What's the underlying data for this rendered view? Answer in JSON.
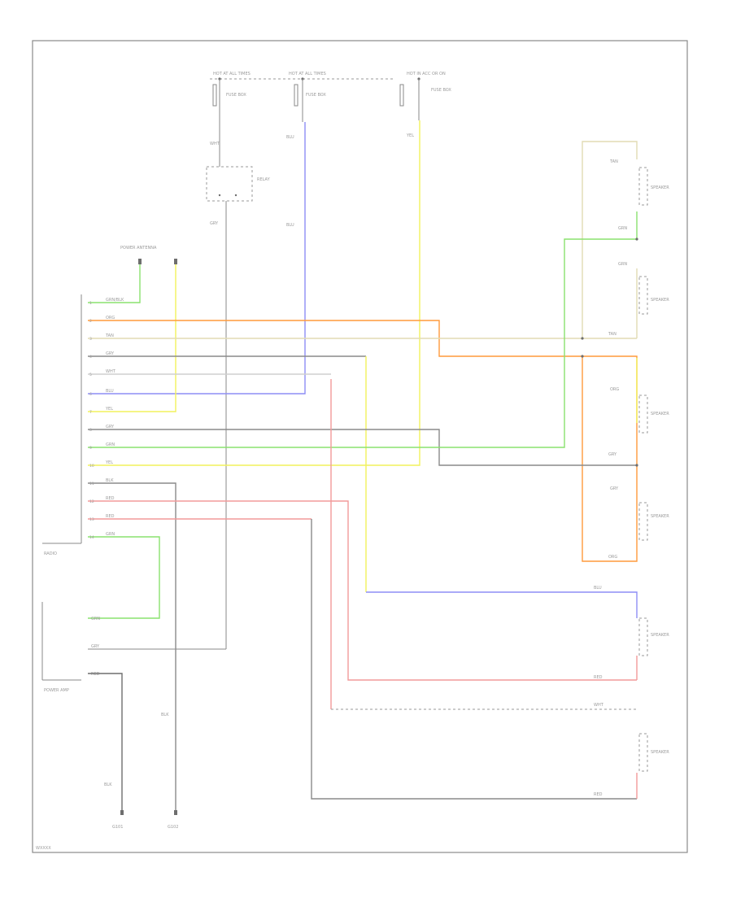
{
  "diagram": {
    "page_code": "WXXXX",
    "colors": {
      "frame": "#8a8a8a",
      "gray": "#8a8a8a",
      "orange": "#ff9a3c",
      "tan": "#e2dcb4",
      "blue": "#8e8ef6",
      "yellow": "#f2f25c",
      "green": "#8ae26e",
      "red": "#f29a9a",
      "light_gray": "#cfcfcf"
    },
    "components": {
      "fuse_1": {
        "name": "HOT AT ALL TIMES",
        "detail": "FUSE BOX"
      },
      "fuse_2": {
        "name": "HOT AT ALL TIMES",
        "detail": "FUSE BOX"
      },
      "fuse_3": {
        "name": "HOT IN ACC OR ON",
        "detail": "FUSE BOX"
      },
      "relay": {
        "name": "RELAY"
      },
      "antenna": {
        "name": "POWER ANTENNA"
      },
      "radio": {
        "name": "RADIO"
      },
      "amp": {
        "name": "POWER AMP"
      },
      "speaker_1": {
        "name": "SPEAKER"
      },
      "speaker_2": {
        "name": "SPEAKER"
      },
      "speaker_3": {
        "name": "SPEAKER"
      },
      "speaker_4": {
        "name": "SPEAKER"
      },
      "speaker_5": {
        "name": "SPEAKER"
      },
      "speaker_6": {
        "name": "SPEAKER"
      },
      "ground_1": {
        "name": "G101"
      },
      "ground_2": {
        "name": "G102"
      }
    },
    "radio_wires": [
      {
        "pin": "1",
        "label": "GRN/BLK"
      },
      {
        "pin": "2",
        "label": "ORG"
      },
      {
        "pin": "3",
        "label": "TAN"
      },
      {
        "pin": "4",
        "label": "GRY"
      },
      {
        "pin": "5",
        "label": "WHT"
      },
      {
        "pin": "6",
        "label": "BLU"
      },
      {
        "pin": "7",
        "label": "YEL"
      },
      {
        "pin": "8",
        "label": "GRY"
      },
      {
        "pin": "9",
        "label": "GRN"
      },
      {
        "pin": "10",
        "label": "YEL"
      },
      {
        "pin": "11",
        "label": "BLK"
      },
      {
        "pin": "12",
        "label": "RED"
      },
      {
        "pin": "13",
        "label": "RED"
      },
      {
        "pin": "14",
        "label": "GRN"
      }
    ],
    "other_wires": {
      "amp_grn": "GRN",
      "amp_gry": "GRY",
      "amp_pwr": "RED",
      "gnd_blk": "BLK",
      "gnd_blk2": "BLK",
      "relay_in": "WHT",
      "relay_out": "GRY",
      "fuse2_out": "BLU",
      "fuse2_out2": "BLU",
      "fuse3_out": "YEL",
      "spk1_top": "TAN",
      "spk1_bot": "GRN",
      "spk2_top": "GRN",
      "spk2_bot": "TAN",
      "spk3_top": "ORG",
      "spk3_bot": "GRY",
      "spk4_top": "GRY",
      "spk4_bot": "ORG",
      "spk5_top": "BLU",
      "spk5_bot": "RED",
      "spk6_top": "WHT",
      "spk6_bot": "RED"
    }
  }
}
